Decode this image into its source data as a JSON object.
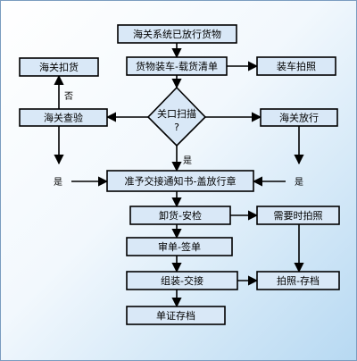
{
  "nodes": {
    "customs_system_release": "海关系统已放行货物",
    "loading_cargo_list": "货物装车-载货清单",
    "loading_photo": "装车拍照",
    "customs_detain": "海关扣货",
    "customs_inspection": "海关查验",
    "port_scan_line1": "关口扫描",
    "port_scan_line2": "?",
    "customs_release": "海关放行",
    "handover_notice": "准予交接通知书-盖放行章",
    "unload_security": "卸货-安检",
    "photo_when_needed": "需要时拍照",
    "review_sign": "审单-签单",
    "assemble_handover": "组装-交接",
    "photo_archive": "拍照-存档",
    "document_archive": "单证存档"
  },
  "edge_labels": {
    "no": "否",
    "yes_diamond": "是",
    "yes_left": "是",
    "yes_right": "是"
  },
  "colors": {
    "background_gradient_start": "#ffffff",
    "background_gradient_end": "#b7d9f2",
    "box_fill": "#d9e8f7",
    "line": "#000000"
  }
}
